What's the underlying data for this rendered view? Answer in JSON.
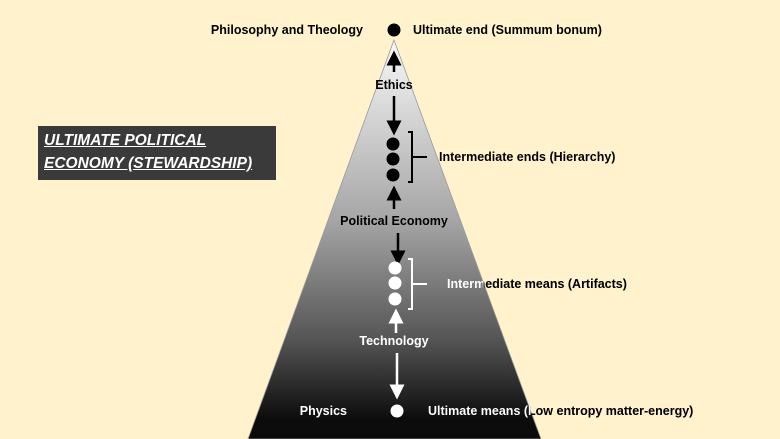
{
  "title": {
    "line1": "ULTIMATE POLITICAL",
    "line2": "ECONOMY (STEWARDSHIP)"
  },
  "levels": {
    "philosophy": "Philosophy and Theology",
    "ultimate_end": "Ultimate end (Summum bonum)",
    "ethics": "Ethics",
    "intermediate_ends": "Intermediate ends (Hierarchy)",
    "political_economy": "Political Economy",
    "intermediate_means": "Intermediate means (Artifacts)",
    "technology": "Technology",
    "physics": "Physics",
    "ultimate_means": "Ultimate means (Low entropy matter-energy)"
  },
  "colors": {
    "background": "#FFF2CC",
    "title_box": "#3a3a3a",
    "pyramid_top": "#f7f7f7",
    "pyramid_bottom": "#0a0a0a"
  }
}
